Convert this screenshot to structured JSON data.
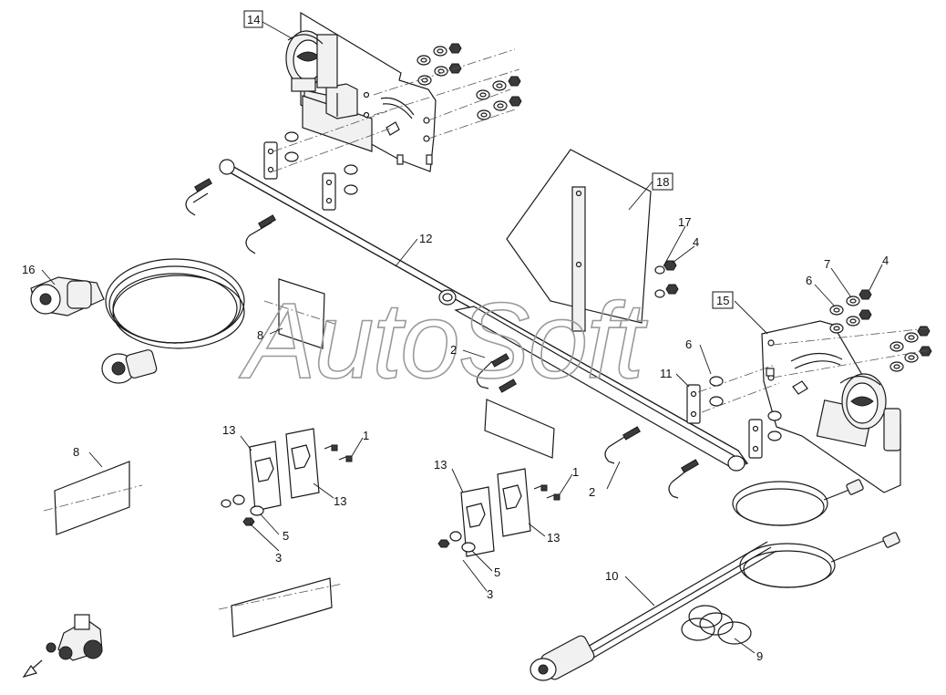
{
  "diagram": {
    "watermark": "AutoSoft",
    "callouts": [
      {
        "id": "c14",
        "text": "14",
        "boxed": true
      },
      {
        "id": "c18",
        "text": "18",
        "boxed": true
      },
      {
        "id": "c15",
        "text": "15",
        "boxed": true
      },
      {
        "id": "c17",
        "text": "17",
        "boxed": false
      },
      {
        "id": "c4a",
        "text": "4",
        "boxed": false
      },
      {
        "id": "c4b",
        "text": "4",
        "boxed": false
      },
      {
        "id": "c7",
        "text": "7",
        "boxed": false
      },
      {
        "id": "c6a",
        "text": "6",
        "boxed": false
      },
      {
        "id": "c6b",
        "text": "6",
        "boxed": false
      },
      {
        "id": "c12",
        "text": "12",
        "boxed": false
      },
      {
        "id": "c16",
        "text": "16",
        "boxed": false
      },
      {
        "id": "c8a",
        "text": "8",
        "boxed": false
      },
      {
        "id": "c8b",
        "text": "8",
        "boxed": false
      },
      {
        "id": "c2a",
        "text": "2",
        "boxed": false
      },
      {
        "id": "c2b",
        "text": "2",
        "boxed": false
      },
      {
        "id": "c11",
        "text": "11",
        "boxed": false
      },
      {
        "id": "c13a",
        "text": "13",
        "boxed": false
      },
      {
        "id": "c13b",
        "text": "13",
        "boxed": false
      },
      {
        "id": "c13c",
        "text": "13",
        "boxed": false
      },
      {
        "id": "c13d",
        "text": "13",
        "boxed": false
      },
      {
        "id": "c1a",
        "text": "1",
        "boxed": false
      },
      {
        "id": "c1b",
        "text": "1",
        "boxed": false
      },
      {
        "id": "c5a",
        "text": "5",
        "boxed": false
      },
      {
        "id": "c5b",
        "text": "5",
        "boxed": false
      },
      {
        "id": "c3a",
        "text": "3",
        "boxed": false
      },
      {
        "id": "c3b",
        "text": "3",
        "boxed": false
      },
      {
        "id": "c10",
        "text": "10",
        "boxed": false
      },
      {
        "id": "c9",
        "text": "9",
        "boxed": false
      }
    ],
    "icons": {
      "view_direction": "tractor-direction-icon"
    }
  }
}
